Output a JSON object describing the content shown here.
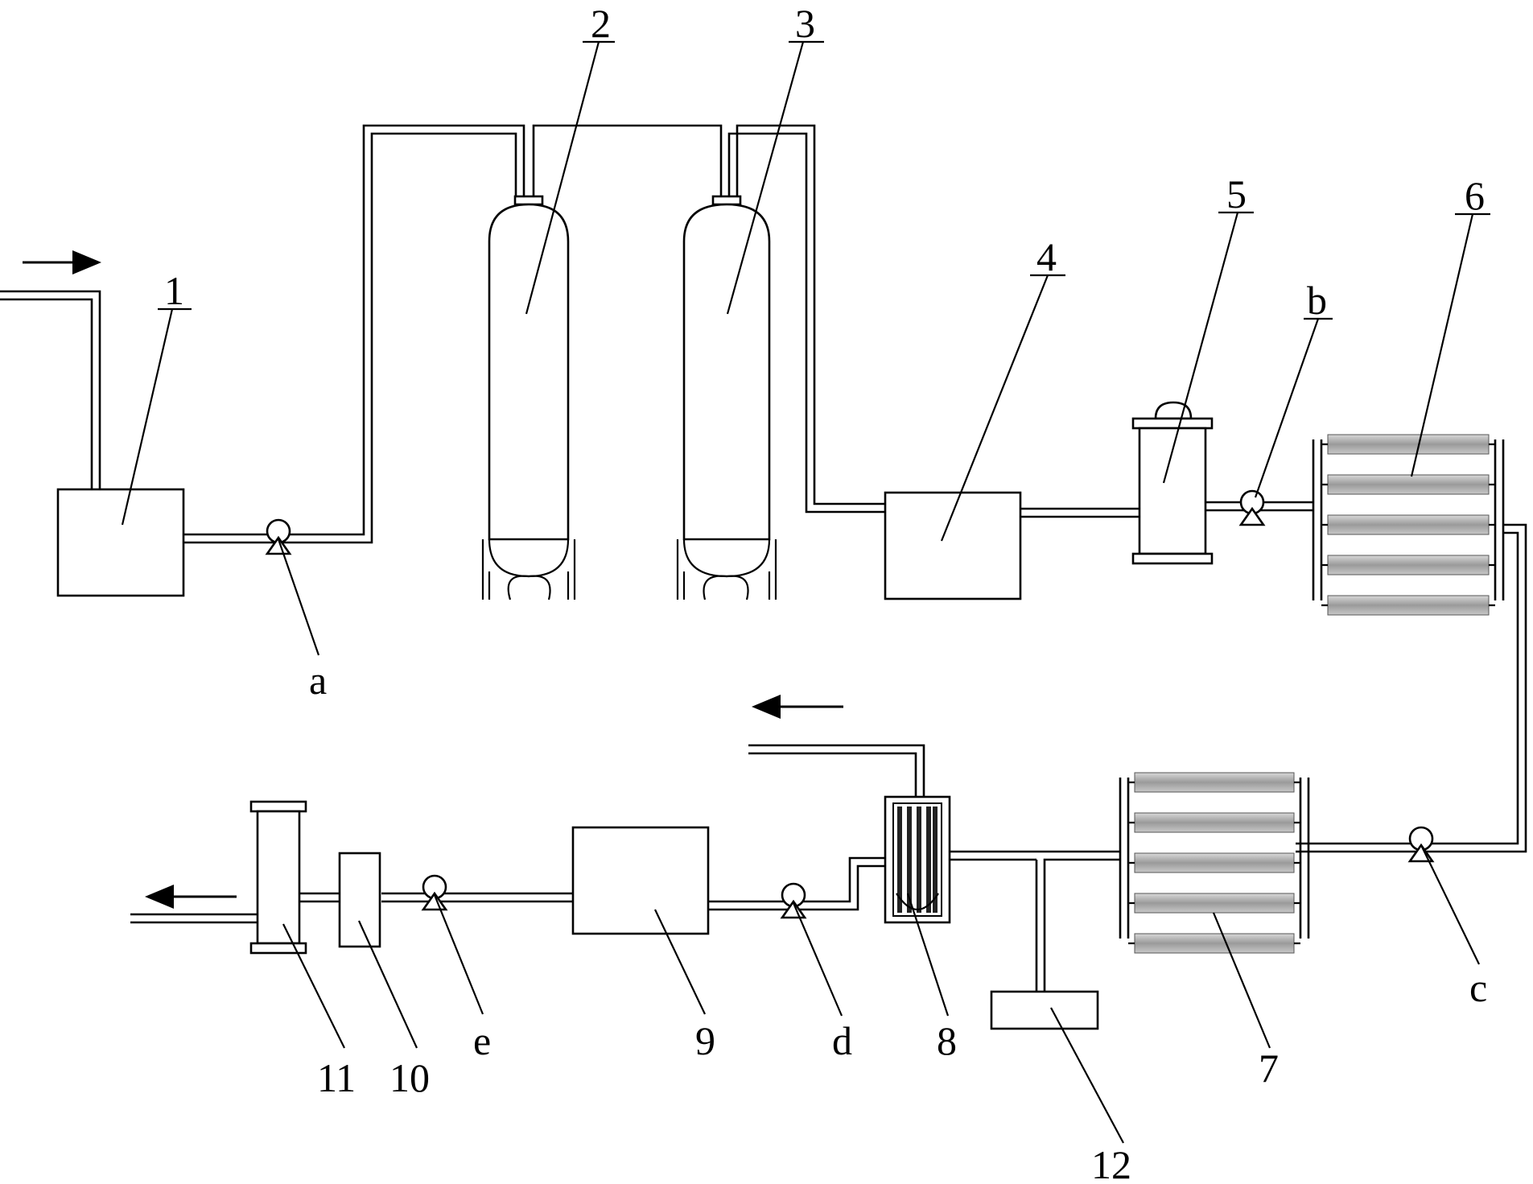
{
  "labels": {
    "tank_1": "1",
    "column_2": "2",
    "column_3": "3",
    "tank_4": "4",
    "filter_5": "5",
    "membrane_bank_6": "6",
    "membrane_bank_7": "7",
    "heat_exchanger_8": "8",
    "tank_9": "9",
    "unit_10": "10",
    "filter_11": "11",
    "tank_12": "12",
    "pump_a": "a",
    "pump_b": "b",
    "pump_c": "c",
    "pump_d": "d",
    "pump_e": "e"
  },
  "flow_direction_markers": [
    "inlet-arrow-right",
    "middle-arrow-left",
    "outlet-arrow-left"
  ],
  "colors": {
    "line": "#000000",
    "membrane_fill": "#9a9a9a",
    "background": "#ffffff"
  }
}
